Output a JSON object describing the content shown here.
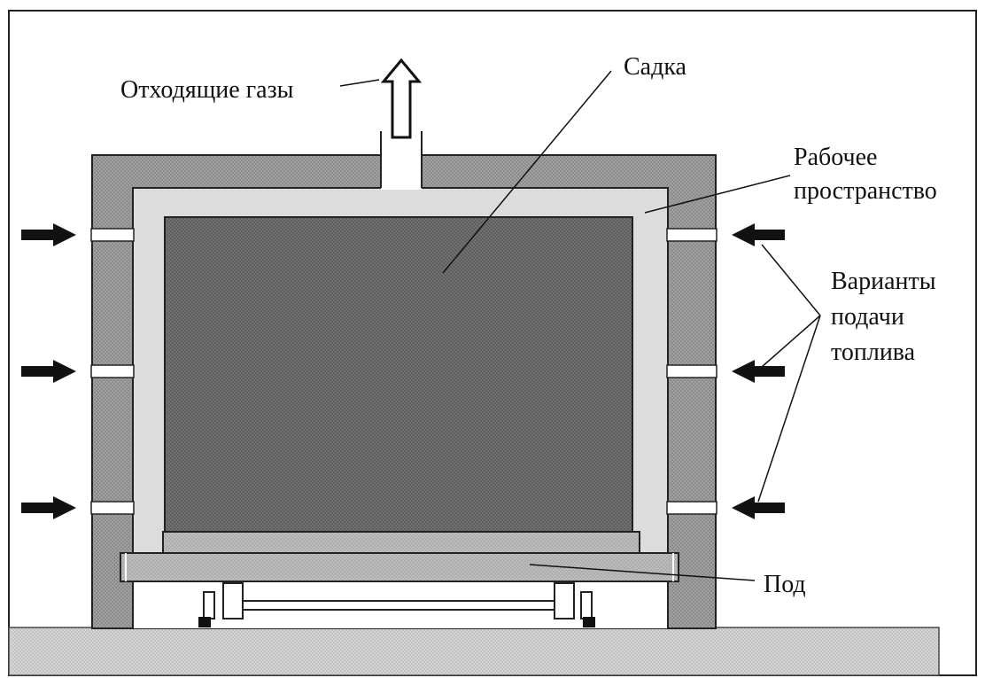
{
  "labels": {
    "exhaust": "Отходящие газы",
    "charge": "Садка",
    "workspace_line1": "Рабочее",
    "workspace_line2": "пространство",
    "fuel_line1": "Варианты",
    "fuel_line2": "подачи",
    "fuel_line3": "топлива",
    "hearth": "Под"
  },
  "colors": {
    "wall": "#9a9a9a",
    "workspace": "#dcdcdc",
    "charge": "#6c6c6c",
    "hearth": "#b5b5b5",
    "ground": "#cfcfcf",
    "outline": "#1a1a1a",
    "arrow": "#111111"
  }
}
